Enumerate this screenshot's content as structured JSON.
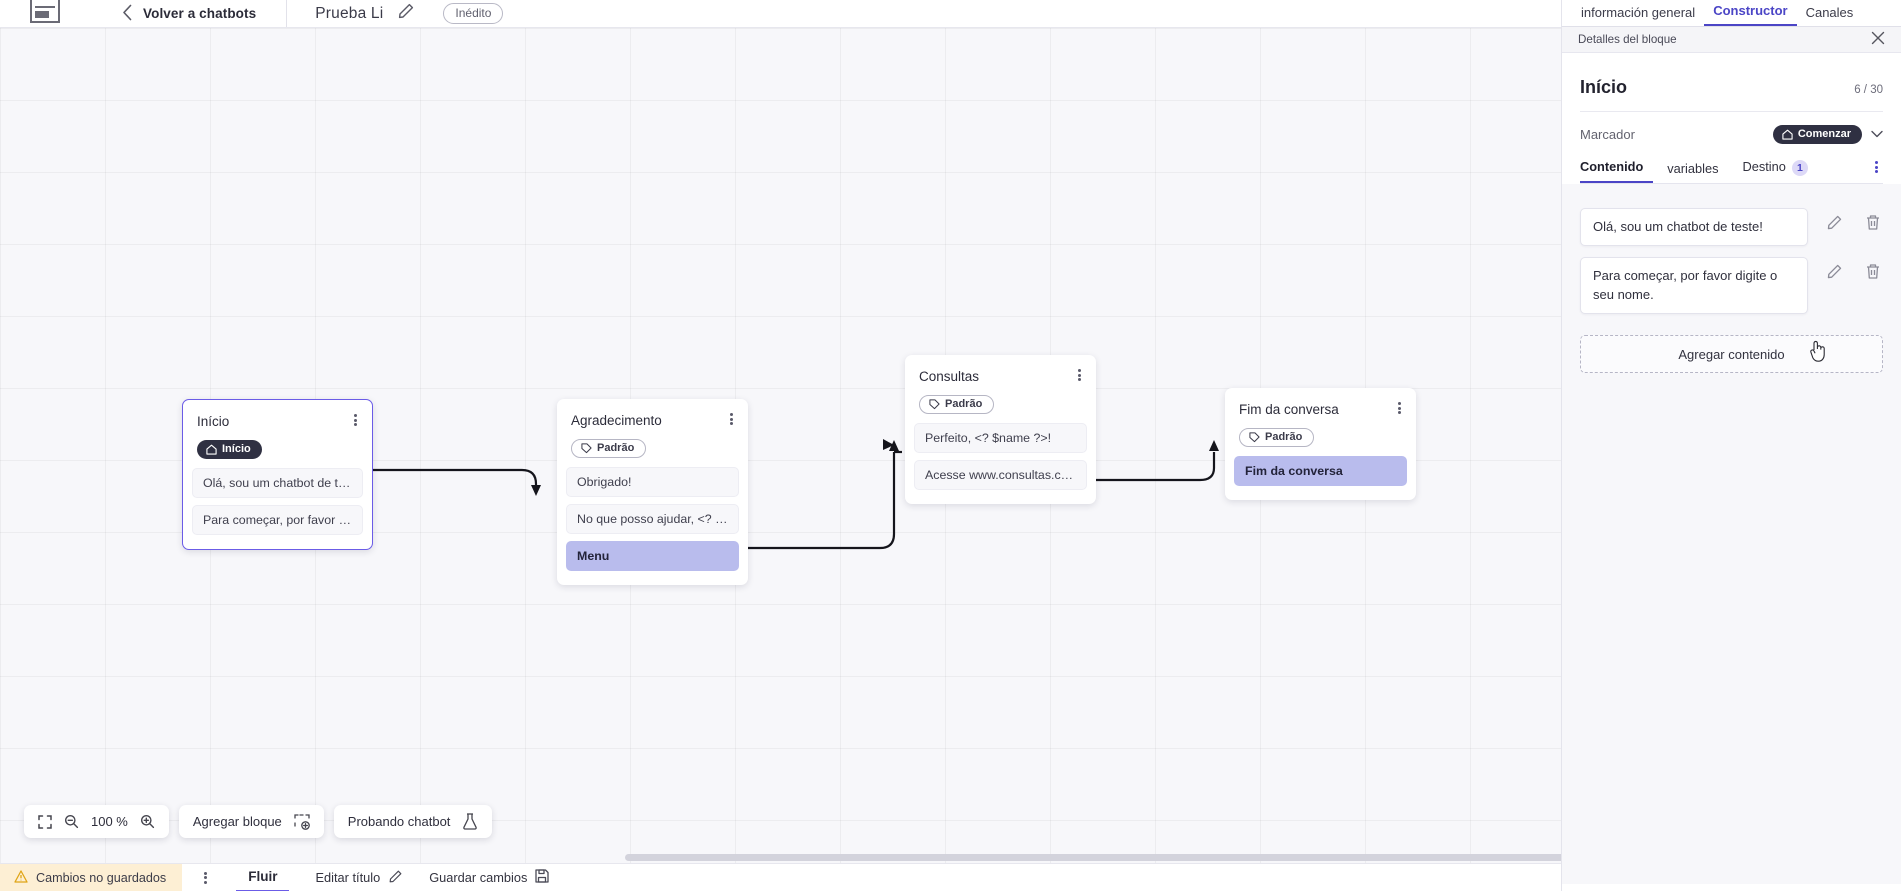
{
  "topbar": {
    "logo_name": "via-logo",
    "back_label": "Volver a chatbots",
    "project_title": "Prueba Li",
    "edit_icon": "pencil-icon",
    "status_chip": "Inédito"
  },
  "canvas": {
    "zoom_level": "100 %",
    "fit_icon": "fit-screen-icon",
    "zoom_out_icon": "zoom-out-icon",
    "zoom_in_icon": "zoom-in-icon",
    "add_block_label": "Agregar bloque",
    "add_block_icon": "add-block-icon",
    "test_chatbot_label": "Probando chatbot",
    "test_chatbot_icon": "flask-icon",
    "nodes": [
      {
        "title": "Início",
        "badge": "Início",
        "badge_type": "start",
        "badge_icon": "home-icon",
        "messages": [
          {
            "text": "Olá, sou um chatbot de teste!",
            "accent": false
          },
          {
            "text": "Para começar, por favor digite o ...",
            "accent": false
          }
        ]
      },
      {
        "title": "Agradecimento",
        "badge": "Padrão",
        "badge_type": "default",
        "badge_icon": "tag-icon",
        "messages": [
          {
            "text": "Obrigado!",
            "accent": false
          },
          {
            "text": "No que posso ajudar, <? $name ...",
            "accent": false
          },
          {
            "text": "Menu",
            "accent": true
          }
        ]
      },
      {
        "title": "Consultas",
        "badge": "Padrão",
        "badge_type": "default",
        "badge_icon": "tag-icon",
        "messages": [
          {
            "text": "Perfeito, <? $name ?>!",
            "accent": false
          },
          {
            "text": "Acesse www.consultas.com par...",
            "accent": false
          }
        ]
      },
      {
        "title": "Fim da conversa",
        "badge": "Padrão",
        "badge_type": "default",
        "badge_icon": "tag-icon",
        "messages": [
          {
            "text": "Fim da conversa",
            "accent": true
          }
        ]
      }
    ]
  },
  "statusbar": {
    "unsaved_label": "Cambios no guardados",
    "warning_icon": "warning-triangle-icon",
    "kebab_icon": "kebab-menu-icon",
    "flow_tab": "Fluir",
    "edit_title_label": "Editar título",
    "edit_title_icon": "pencil-icon",
    "save_label": "Guardar cambios",
    "save_icon": "save-disk-icon"
  },
  "panel": {
    "tabs": [
      {
        "label": "información general",
        "active": false
      },
      {
        "label": "Constructor",
        "active": true
      },
      {
        "label": "Canales",
        "active": false
      }
    ],
    "subheader_title": "Detalles del bloque",
    "close_icon": "close-icon",
    "block_title": "Início",
    "char_count": "6 / 30",
    "marker_label": "Marcador",
    "marker_value": "Comenzar",
    "marker_icon": "home-icon",
    "marker_chevron": "chevron-down-icon",
    "inner_tabs": [
      {
        "label": "Contenido",
        "active": true,
        "count": ""
      },
      {
        "label": "variables",
        "active": false,
        "count": ""
      },
      {
        "label": "Destino",
        "active": false,
        "count": "1"
      }
    ],
    "inner_kebab": "kebab-menu-icon",
    "contents": [
      {
        "text": "Olá, sou um chatbot de teste!",
        "edit_icon": "pencil-icon",
        "delete_icon": "trash-icon"
      },
      {
        "text": "Para começar, por favor digite o seu nome.",
        "edit_icon": "pencil-icon",
        "delete_icon": "trash-icon"
      }
    ],
    "add_content_label": "Agregar contenido"
  },
  "colors": {
    "accent": "#4b45c6",
    "node_select": "#6b5ce7",
    "msg_accent": "#b9bced",
    "warning_bg": "#fdefd4",
    "badge_dark": "#2f3042"
  }
}
